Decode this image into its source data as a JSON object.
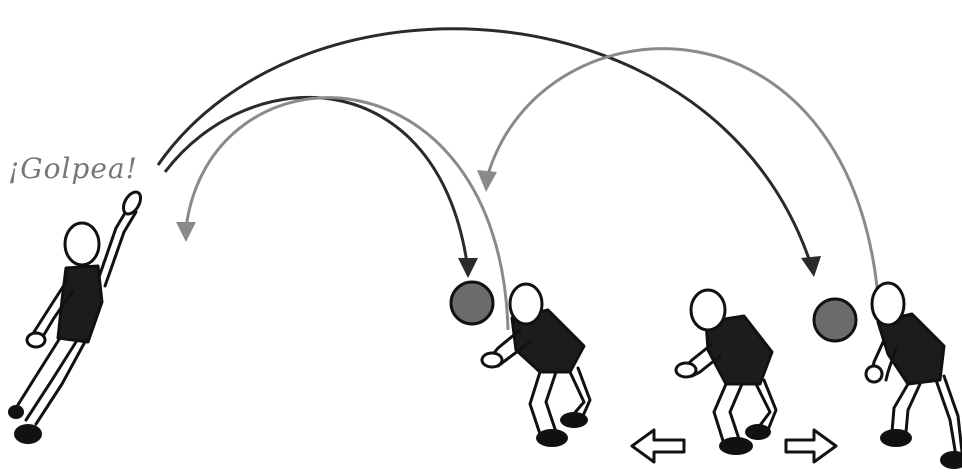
{
  "caption": "¡Golpea!",
  "colors": {
    "ink": "#111111",
    "arc_dark": "#2a2a2a",
    "arc_light": "#8a8a8a",
    "ball": "#6b6b6b",
    "shirt": "#1c1c1c",
    "shoes": "#111111"
  },
  "elements": {
    "players": [
      "hitter",
      "receiver-1",
      "receiver-2",
      "receiver-3"
    ],
    "balls": 2,
    "movement_arrows": [
      "left-arrow-icon",
      "right-arrow-icon"
    ]
  }
}
